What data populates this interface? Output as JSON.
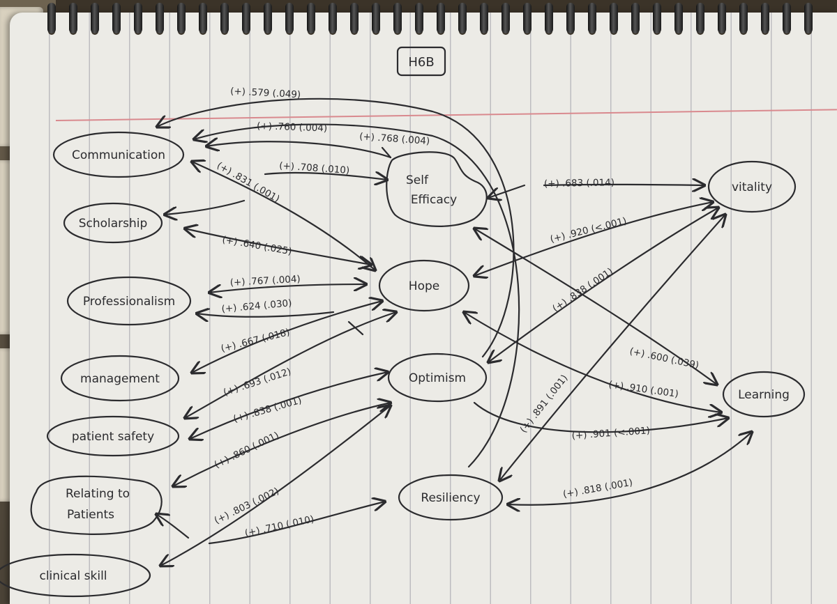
{
  "title": "H6B",
  "nodes": {
    "communication": "Communication",
    "scholarship": "Scholarship",
    "professionalism": "Professionalism",
    "management": "management",
    "patient_safety": "patient safety",
    "relating_1": "Relating to",
    "relating_2": "Patients",
    "clinical_skill": "clinical skill",
    "self_efficacy_1": "Self",
    "self_efficacy_2": "Efficacy",
    "hope": "Hope",
    "optimism": "Optimism",
    "resiliency": "Resiliency",
    "vitality": "vitality",
    "learning": "Learning"
  },
  "edges": {
    "e1": "(+) .579 (.049)",
    "e2": "(+) .760 (.004)",
    "e3": "(+) .768 (.004)",
    "e4": "(+) .708 (.010)",
    "e5": "(+) .831 (.001)",
    "e6": "(+) .640 (.025)",
    "e7": "(+) .767 (.004)",
    "e8": "(+) .624 (.030)",
    "e9": "(+) .667 (.018)",
    "e10": "(+) .693 (.012)",
    "e11": "(+) .838 (.001)",
    "e12": "(+) .860 (.001)",
    "e13": "(+) .803 (.002)",
    "e14": "(+) .710 (.010)",
    "e15": "(+) .683 (.014)",
    "e16": "(+) .920 (<.001)",
    "e17": "(+) .838 (.001)",
    "e18": "(+) .891 (.001)",
    "e19": "(+) .600 (.039)",
    "e20": "(+) .910 (.001)",
    "e21": "(+) .901 (<.001)",
    "e22": "(+) .818 (.001)"
  }
}
